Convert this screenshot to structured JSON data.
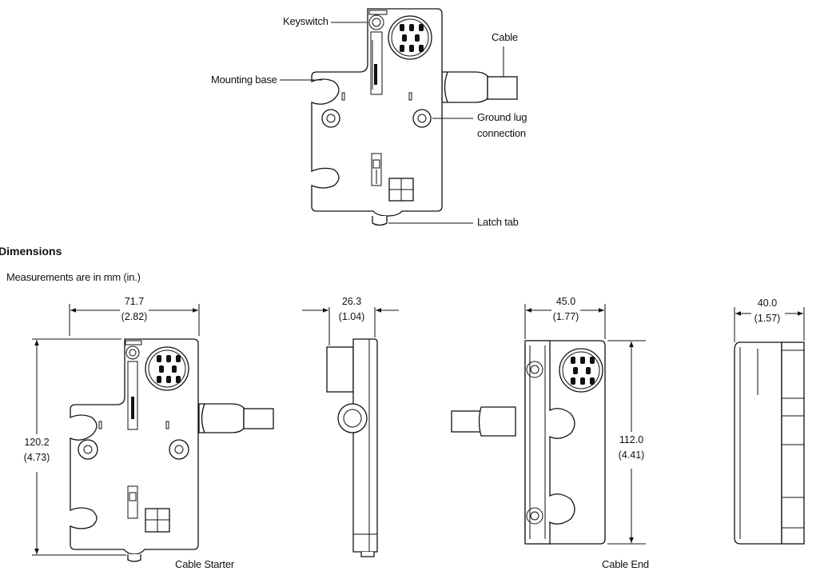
{
  "callouts": {
    "keyswitch": "Keyswitch",
    "mounting_base": "Mounting base",
    "cable": "Cable",
    "ground_lug_1": "Ground lug",
    "ground_lug_2": "connection",
    "latch_tab": "Latch tab"
  },
  "section": {
    "heading": "Dimensions",
    "note": "Measurements are in mm (in.)"
  },
  "dimensions": {
    "starter_width_mm": "71.7",
    "starter_width_in": "(2.82)",
    "starter_height_mm": "120.2",
    "starter_height_in": "(4.73)",
    "starter_depth_mm": "26.3",
    "starter_depth_in": "(1.04)",
    "end_width_mm": "45.0",
    "end_width_in": "(1.77)",
    "end_height_mm": "112.0",
    "end_height_in": "(4.41)",
    "end_depth_mm": "40.0",
    "end_depth_in": "(1.57)"
  },
  "captions": {
    "cable_starter": "Cable Starter",
    "cable_end": "Cable End"
  }
}
